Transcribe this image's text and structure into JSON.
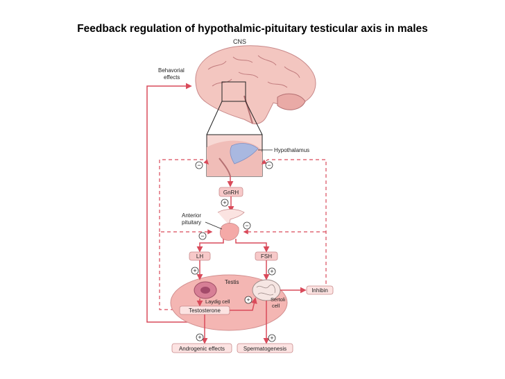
{
  "title": "Feedback regulation of hypothalmic-pituitary testicular axis in males",
  "labels": {
    "cns": "CNS",
    "behavioral_line1": "Behavorial",
    "behavioral_line2": "effects",
    "hypothalamus": "Hypothalamus",
    "gnrh": "GnRH",
    "anterior_line1": "Anterior",
    "anterior_line2": "pituitary",
    "lh": "LH",
    "fsh": "FSH",
    "testis": "Testis",
    "leydig": "Laydig cell",
    "sertoli_line1": "Sertoli",
    "sertoli_line2": "cell",
    "testosterone": "Testosterone",
    "inhibin": "Inhibin",
    "androgenic": "Androgenic effects",
    "spermatogenesis": "Spermatogenesis"
  },
  "signs": {
    "plus": "+",
    "minus": "−"
  },
  "colors": {
    "pathway": "#d94a5a",
    "box_fill": "#f7c9c9",
    "testis_fill": "#f4b6b3",
    "brain_fill": "#f3c6c0",
    "hypothalamus_fill": "#a9b8e0"
  }
}
